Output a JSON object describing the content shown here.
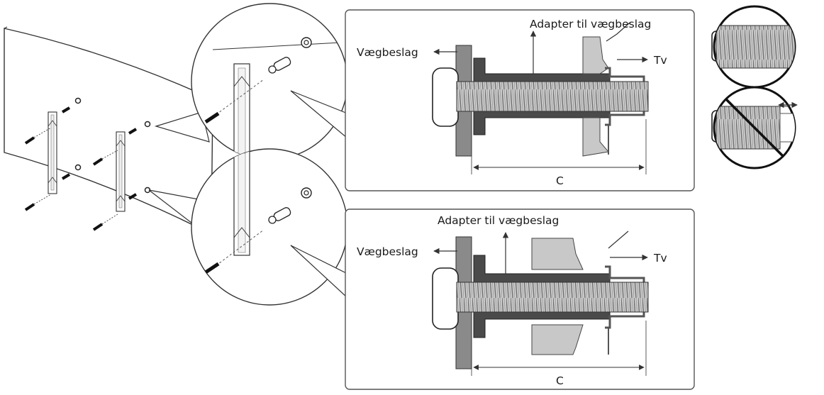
{
  "panels": [
    {
      "adapter_label": "Adapter til vægbeslag",
      "wall_label": "Vægbeslag",
      "tv_label": "Tv",
      "dimension_label": "C"
    },
    {
      "adapter_label": "Adapter til vægbeslag",
      "wall_label": "Vægbeslag",
      "tv_label": "Tv",
      "dimension_label": "C"
    }
  ],
  "screw_check": [
    {
      "state": "correct"
    },
    {
      "state": "incorrect"
    }
  ]
}
